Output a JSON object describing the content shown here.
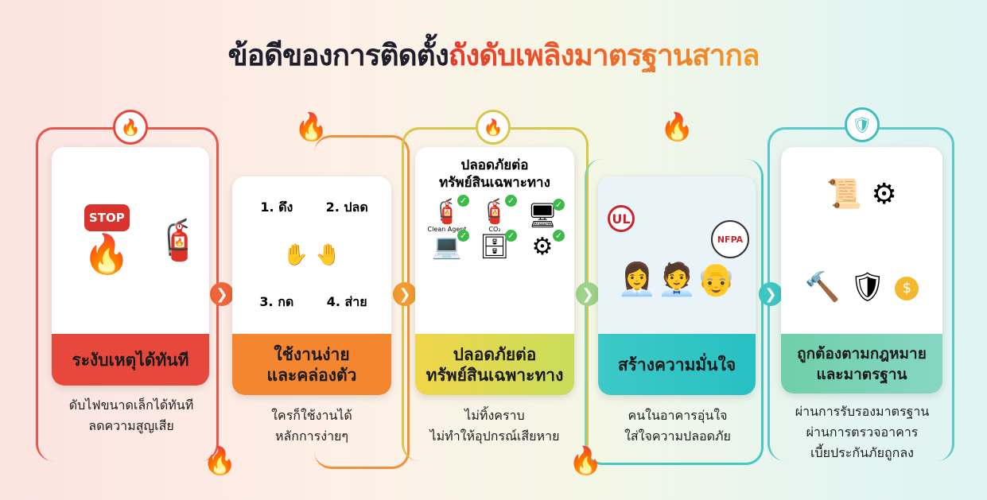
{
  "title": {
    "part1": "ข้อดีของการติดตั้ง",
    "part2": "ถังดับเพลิงมาตรฐานสากล"
  },
  "colors": {
    "red": "#e8473c",
    "orange": "#f3862f",
    "yellow": "#d9d84a",
    "teal": "#2fc8c4",
    "green": "#6cc9ae"
  },
  "cards": [
    {
      "label": "ระงับเหตุได้ทันที",
      "desc": [
        "ดับไฟขนาดเล็กได้ทันที",
        "ลดความสูญเสีย"
      ],
      "illustration": {
        "sign": "STOP"
      }
    },
    {
      "label": "ใช้งานง่าย\nและคล่องตัว",
      "desc": [
        "ใครก็ใช้งานได้",
        "หลักการง่ายๆ"
      ],
      "illustration": {
        "steps": [
          "1. ดึง",
          "2. ปลด",
          "3. กด",
          "4. ส่าย"
        ]
      }
    },
    {
      "label": "ปลอดภัยต่อ\nทรัพย์สินเฉพาะทาง",
      "desc": [
        "ไม่ทิ้งคราบ",
        "ไม่ทำให้อุปกรณ์เสียหาย"
      ],
      "illustration": {
        "heading": "ปลอดภัยต่อ\nทรัพย์สินเฉพาะทาง",
        "tank1": "Clean Agent",
        "tank2": "CO₂"
      }
    },
    {
      "label": "สร้างความมั่นใจ",
      "desc": [
        "คนในอาคารอุ่นใจ",
        "ใส่ใจความปลอดภัย"
      ],
      "illustration": {
        "logo1": "UL",
        "logo2": "NFPA"
      }
    },
    {
      "label": "ถูกต้องตามกฎหมาย\nและมาตรฐาน",
      "desc": [
        "ผ่านการรับรองมาตรฐาน",
        "ผ่านการตรวจอาคาร",
        "เบี้ยประกันภัยถูกลง"
      ],
      "illustration": {
        "coin": "$"
      }
    }
  ]
}
